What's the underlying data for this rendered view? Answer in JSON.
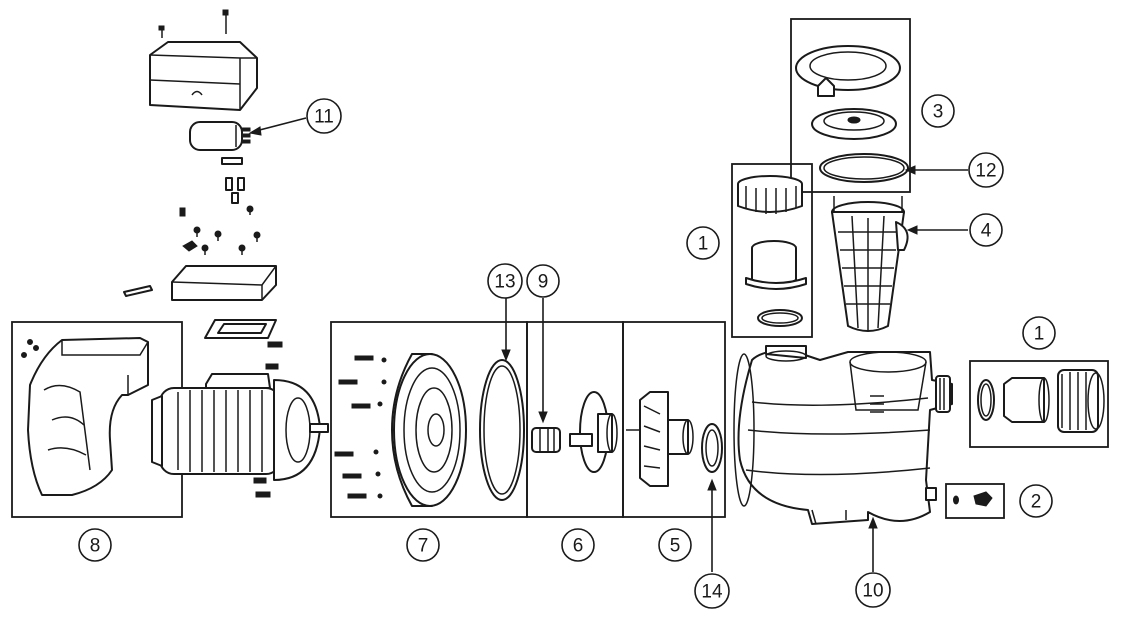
{
  "callouts": [
    {
      "id": "c11",
      "label": "11"
    },
    {
      "id": "c3",
      "label": "3"
    },
    {
      "id": "c12",
      "label": "12"
    },
    {
      "id": "c4",
      "label": "4"
    },
    {
      "id": "c1a",
      "label": "1"
    },
    {
      "id": "c1b",
      "label": "1"
    },
    {
      "id": "c13",
      "label": "13"
    },
    {
      "id": "c9",
      "label": "9"
    },
    {
      "id": "c2",
      "label": "2"
    },
    {
      "id": "c8",
      "label": "8"
    },
    {
      "id": "c7",
      "label": "7"
    },
    {
      "id": "c6",
      "label": "6"
    },
    {
      "id": "c5",
      "label": "5"
    },
    {
      "id": "c14",
      "label": "14"
    },
    {
      "id": "c10",
      "label": "10"
    }
  ],
  "colors": {
    "ink": "#1a1a1a",
    "background": "#ffffff"
  }
}
